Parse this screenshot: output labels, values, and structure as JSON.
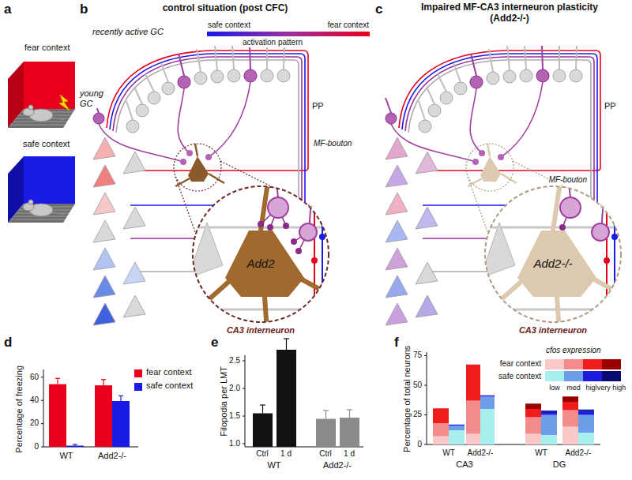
{
  "diagram": {
    "labels": [
      "a",
      "fear context",
      "safe context",
      "b",
      "control situation (post CFC)",
      "recently active GC",
      "safe context",
      "fear context",
      "activation pattern",
      "young GC",
      "PP",
      "MF-bouton",
      "Add2",
      "CA3 interneuron",
      "c",
      "Impaired MF-CA3 interneuron plasticity (Add2-/-)",
      "PP",
      "MF-bouton",
      "Add2-/-",
      "CA3 interneuron",
      "d",
      "Percentage of freezing",
      "0",
      "20",
      "40",
      "60",
      "WT",
      "Add2-/-",
      "e",
      "Filopodia per LMT",
      "1.0",
      "1.5",
      "2.0",
      "2.5",
      "Ctrl",
      "1 d",
      "Ctrl",
      "1 d",
      "WT",
      "Add2-/-",
      "f",
      "Percentage of total neurons",
      "0",
      "25",
      "50",
      "75",
      "cfos expression",
      "fear context",
      "safe context",
      "low",
      "med",
      "high",
      "very high",
      "WT",
      "Add2-/-",
      "WT",
      "Add2-/-",
      "CA3",
      "DG"
    ],
    "legend": [
      {
        "text": "fear context",
        "color": "#e8001c"
      },
      {
        "text": "safe context",
        "color": "#1a1ae6"
      }
    ]
  }
}
